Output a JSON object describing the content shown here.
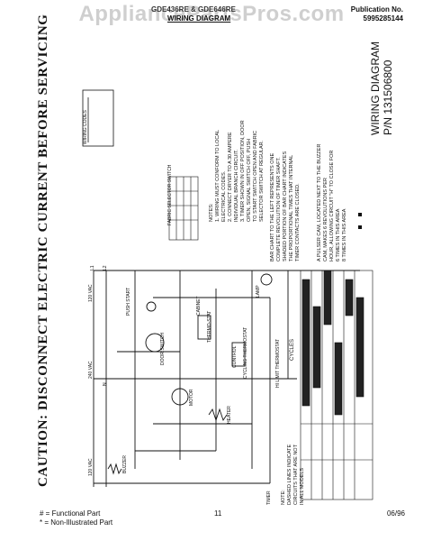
{
  "watermark": "AppliancePartsPros.com",
  "header": {
    "model": "GDE436RE & GDE646RE",
    "title": "WIRING DIAGRAM",
    "pub_label": "Publication No.",
    "pub_number": "5995285144"
  },
  "caution": "CAUTION: DISCONNECT ELECTRIC CURRENT BEFORE SERVICING",
  "wiring": {
    "line1": "WIRING DIAGRAM",
    "line2": "P/N 131506800"
  },
  "legend_title": "WIRING CODES",
  "fabric_title": "FABRIC SELECTOR SWITCH",
  "notes": [
    "NOTES:",
    "1. WIRING MUST CONFORM TO LOCAL",
    "   ELECTRICAL CODES.",
    "2. CONNECT DRYER TO A 30 AMPERE",
    "   INDIVIDUAL BRANCH CIRCUIT.",
    "3. TIMER SHOWN IN OFF POSITION, DOOR",
    "   OPEN, SIGNAL SWITCH OFF, PUSH",
    "   TO START SWITCH OPEN AND FABRIC",
    "   SELECTOR SWITCH AT REGULAR."
  ],
  "bar_chart": [
    "BAR CHART TO THE LEFT REPRESENTS ONE",
    "COMPLETE REVOLUTION OF TIMER SHAFT.",
    "SHADED PORTION OF BAR CHART INDICATES",
    "THE PROPORTIONAL TIMES THAT INTERNAL",
    "TIMER CONTACTS ARE CLOSED."
  ],
  "pulser": [
    "A PULSER CAM, LOCATED NEXT TO THE BUZZER",
    "CAM, MAKES 6 REVOLUTIONS PER",
    "HOUR, ALLOWING CIRCUIT \"H\" TO CLOSE FOR",
    "6 TIMES IN THIS AREA",
    "8 TIMES IN THIS AREA"
  ],
  "cycles_label": "CYCLES",
  "volts": {
    "v240": "240 VAC",
    "v120a": "120 VAC",
    "v120b": "120 VAC"
  },
  "dashed_note": [
    "NOTE:",
    "DASHED LINES INDICATE",
    "CIRCUITS THAT ARE NOT",
    "IN ALL MODELS"
  ],
  "components": {
    "timer": "TIMER",
    "motor": "MOTOR",
    "thermostat": "THERMO-STAT",
    "heater": "HEATER",
    "push_start": "PUSH START",
    "door": "DOOR SWITCH",
    "buzzer": "BUZZER",
    "cabinet": "CABINET",
    "cycling": "CYCLING THERMOSTAT",
    "hi_limit": "HI LIMIT THERMOSTAT",
    "lamp": "LAMP",
    "control": "CONTROL",
    "l1": "L1",
    "l2": "L2",
    "n": "N"
  },
  "footer": {
    "functional": "# = Functional Part",
    "non_illustrated": "* = Non-Illustrated Part",
    "page": "11",
    "date": "06/96"
  }
}
